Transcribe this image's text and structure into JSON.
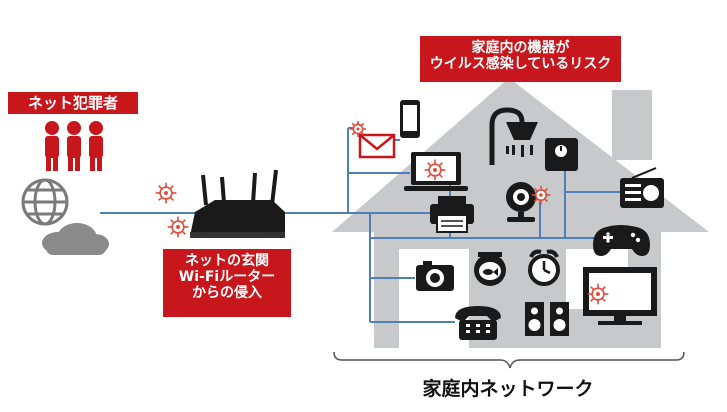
{
  "labels": {
    "criminals": "ネット犯罪者",
    "router_line1": "ネットの玄関",
    "router_line2": "Wi-Fiルーター",
    "router_line3": "からの侵入",
    "risk_line1": "家庭内の機器が",
    "risk_line2": "ウイルス感染しているリスク",
    "home_network": "家庭内ネットワーク"
  },
  "colors": {
    "accent_red": "#c8161d",
    "house_gray": "#c8c9ca",
    "line_blue": "#4f7fb8",
    "device_dark": "#1a1a1a",
    "virus_red": "#e24a3b"
  },
  "icons": [
    "globe-icon",
    "cloud-icon",
    "criminals-icon",
    "router-icon",
    "smartphone-icon",
    "mail-icon",
    "shower-icon",
    "scale-icon",
    "laptop-icon",
    "webcam-icon",
    "radio-icon",
    "printer-icon",
    "game-controller-icon",
    "camera-icon",
    "fishbowl-icon",
    "alarm-clock-icon",
    "tv-icon",
    "telephone-icon",
    "speaker-icon",
    "virus-icon"
  ]
}
